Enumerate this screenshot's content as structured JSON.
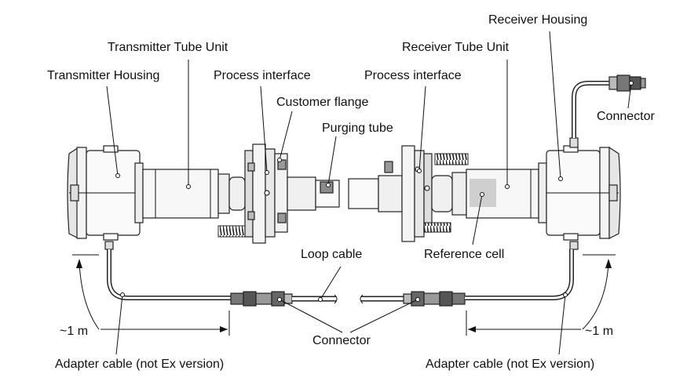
{
  "labels": {
    "transmitter_tube_unit": "Transmitter Tube Unit",
    "transmitter_housing": "Transmitter Housing",
    "process_interface_left": "Process interface",
    "customer_flange": "Customer flange",
    "purging_tube": "Purging tube",
    "receiver_tube_unit": "Receiver Tube Unit",
    "receiver_housing": "Receiver Housing",
    "process_interface_right": "Process interface",
    "connector_top": "Connector",
    "loop_cable": "Loop cable",
    "reference_cell": "Reference cell",
    "connector_bottom": "Connector",
    "distance_left": "~1 m",
    "distance_right": "~1 m",
    "adapter_cable_left": "Adapter cable (not Ex version)",
    "adapter_cable_right": "Adapter cable (not Ex version)"
  },
  "colors": {
    "ink": "#111111",
    "light_fill": "#f2f2f2",
    "mid_fill": "#d9d9d9",
    "dark_fill": "#8c8c8c",
    "reference_cell_fill": "#cfcfcf"
  }
}
